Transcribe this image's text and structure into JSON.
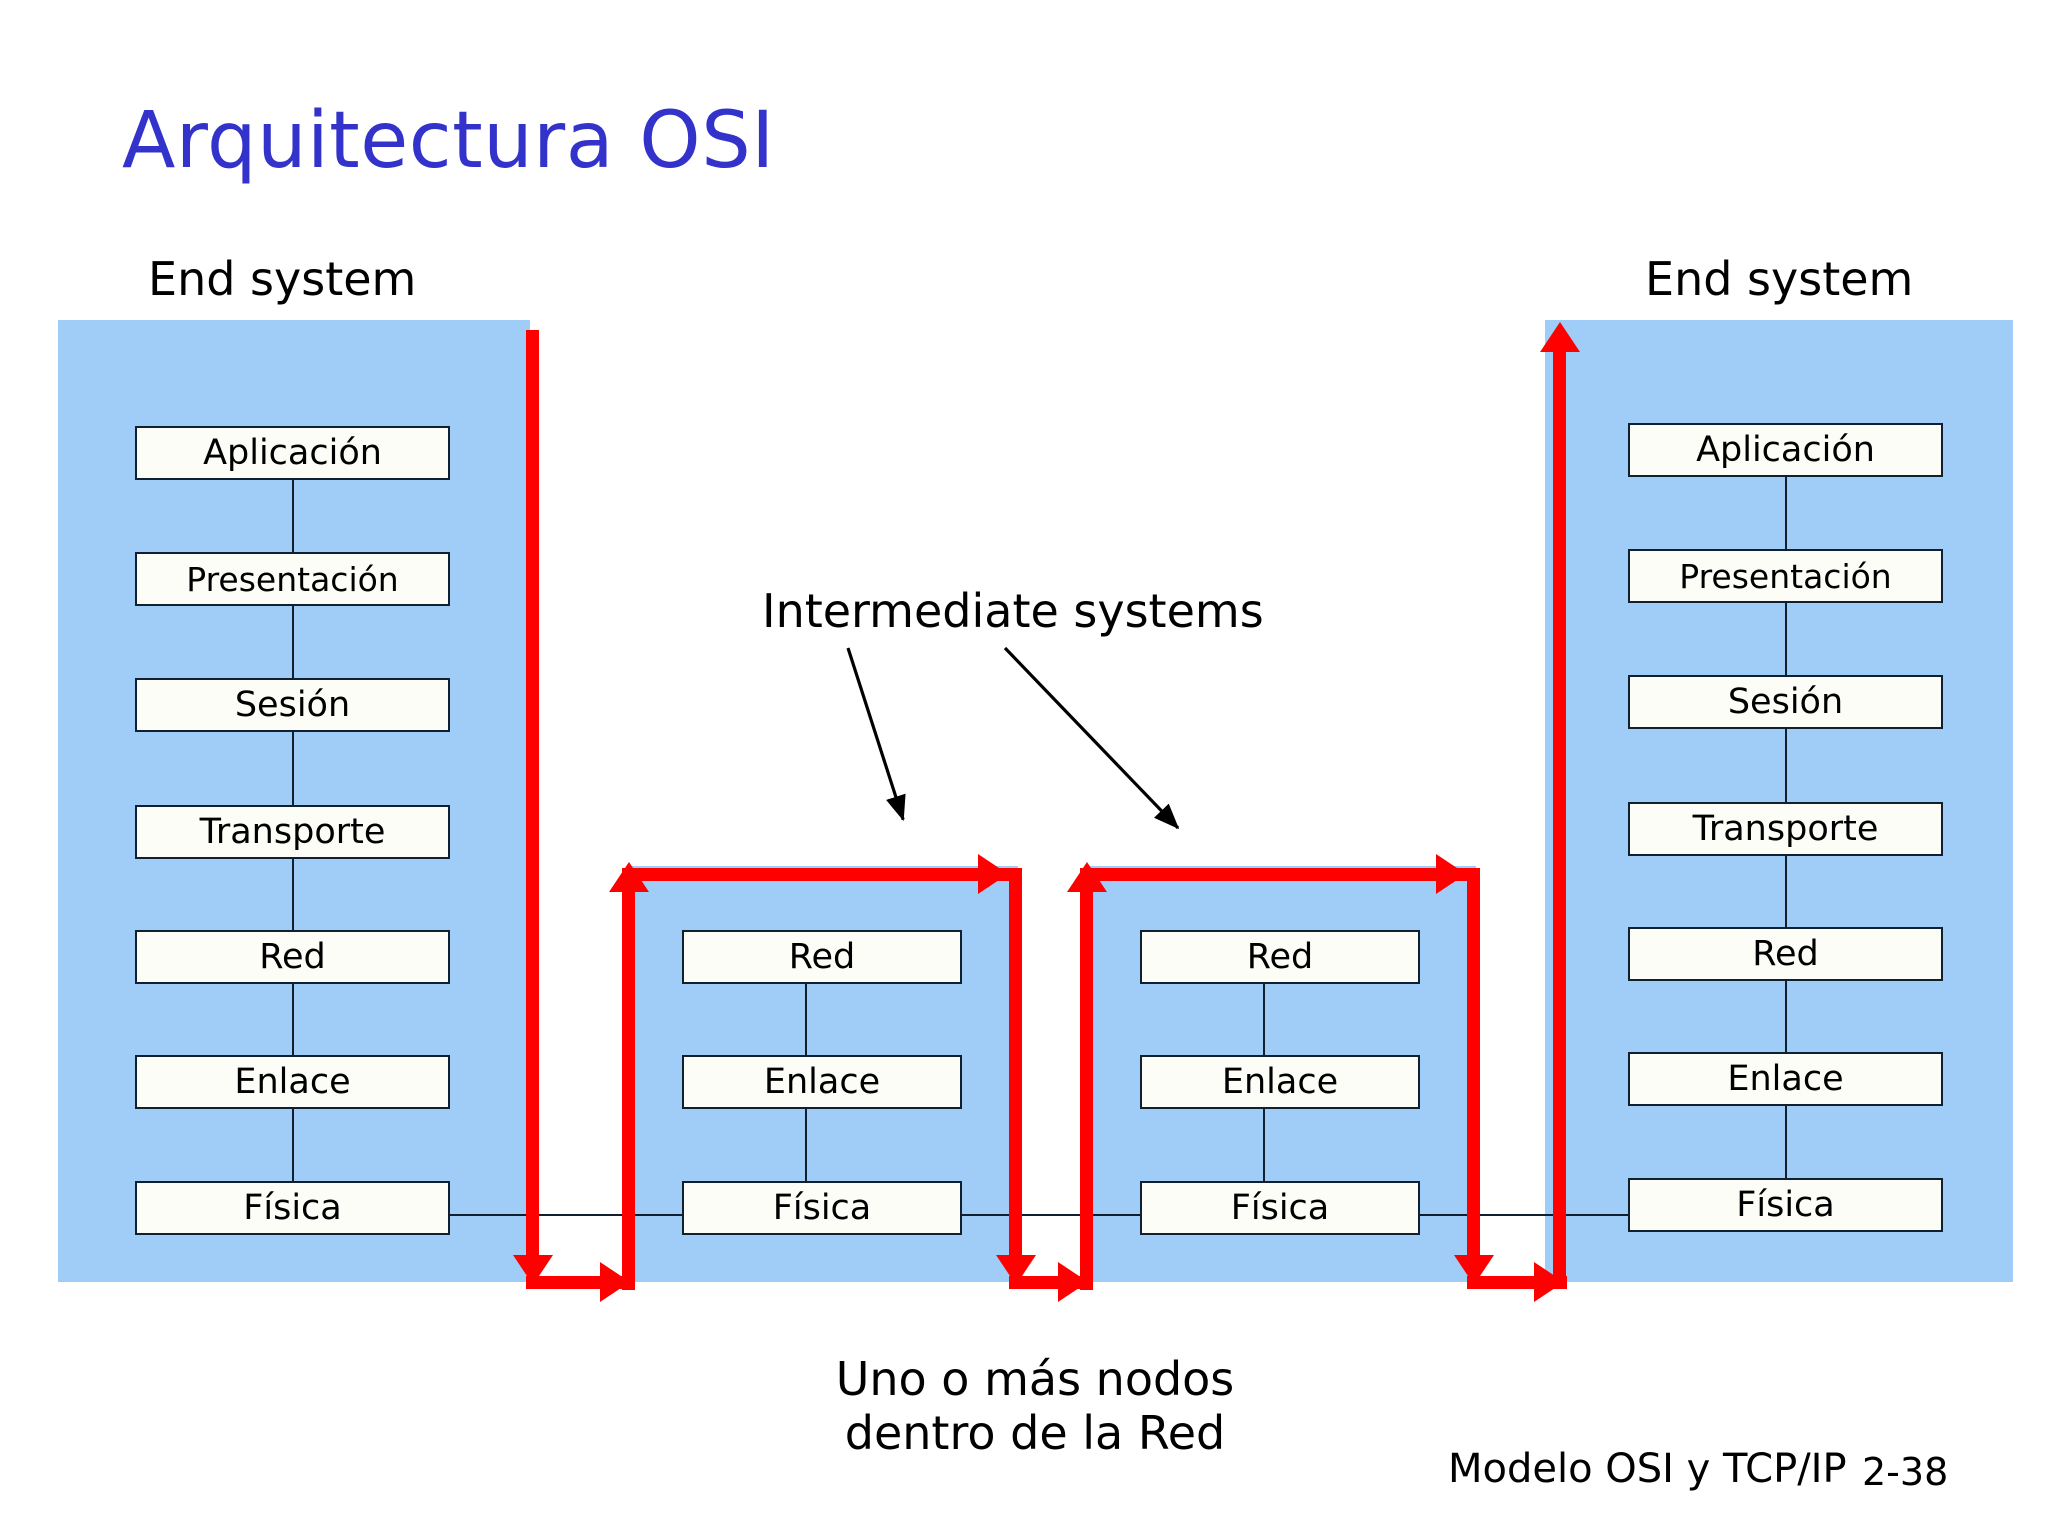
{
  "slide": {
    "title": "Arquitectura OSI",
    "title_color": "#3333CC",
    "panel_color": "#9FCDF7",
    "arrow_color": "#FF0000",
    "box_border_color": "#11202E",
    "box_fill": "#FDFDF8"
  },
  "labels": {
    "end_system_left": "End system",
    "end_system_right": "End system",
    "intermediate_systems": "Intermediate systems"
  },
  "end_system_left": {
    "name": "End system",
    "layers": [
      {
        "label": "Aplicación"
      },
      {
        "label": "Presentación"
      },
      {
        "label": "Sesión"
      },
      {
        "label": "Transporte"
      },
      {
        "label": "Red"
      },
      {
        "label": "Enlace"
      },
      {
        "label": "Física"
      }
    ]
  },
  "end_system_right": {
    "name": "End system",
    "layers": [
      {
        "label": "Aplicación"
      },
      {
        "label": "Presentación"
      },
      {
        "label": "Sesión"
      },
      {
        "label": "Transporte"
      },
      {
        "label": "Red"
      },
      {
        "label": "Enlace"
      },
      {
        "label": "Física"
      }
    ]
  },
  "intermediate_system_1": {
    "layers": [
      {
        "label": "Red"
      },
      {
        "label": "Enlace"
      },
      {
        "label": "Física"
      }
    ]
  },
  "intermediate_system_2": {
    "layers": [
      {
        "label": "Red"
      },
      {
        "label": "Enlace"
      },
      {
        "label": "Física"
      }
    ]
  },
  "caption": {
    "line1": "Uno o más nodos",
    "line2": "dentro de la Red"
  },
  "footer": {
    "title": "Modelo OSI y TCP/IP",
    "page": "2-38"
  }
}
